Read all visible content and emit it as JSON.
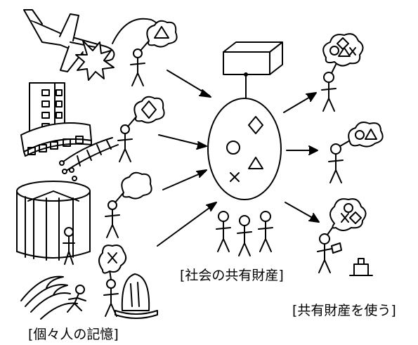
{
  "labels": {
    "social_shared_property": "[社会の共有財産]",
    "use_shared_property": "[共有財産を使う]",
    "individual_memory": "[個々人の記憶]"
  },
  "icons": [
    "airplane-icon",
    "explosion-icon",
    "building-icon",
    "railway-track-icon",
    "revolving-door-icon",
    "waves-icon",
    "stone-monument-icon",
    "box-icon",
    "person-icon",
    "thought-bubble-icon",
    "circle-symbol",
    "triangle-symbol",
    "diamond-symbol",
    "cross-symbol",
    "arrow-icon"
  ],
  "colors": {
    "stroke": "#000000",
    "background": "#ffffff"
  }
}
